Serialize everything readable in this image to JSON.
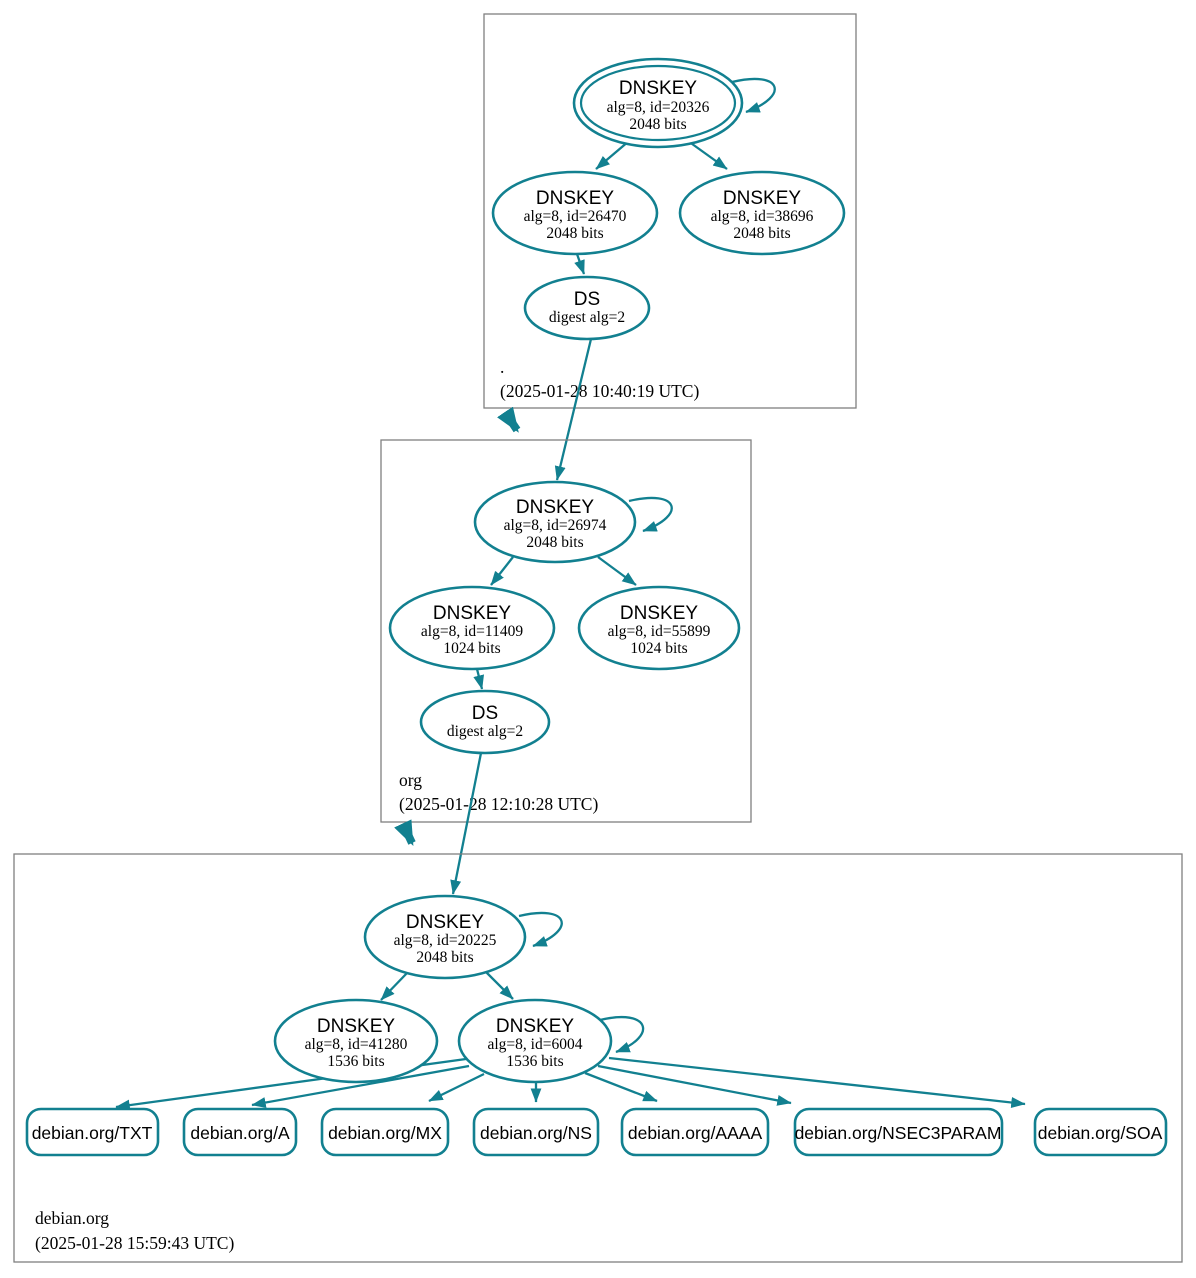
{
  "colors": {
    "accent": "#128090",
    "node_fill": "#d3d3d3",
    "node_fill_white": "#ffffff",
    "box_border": "#808080",
    "text": "#000000"
  },
  "zones": [
    {
      "label": ".",
      "timestamp": "(2025-01-28 10:40:19 UTC)",
      "nodes": [
        {
          "name": "DNSKEY",
          "detail": "alg=8, id=20326",
          "size": "2048 bits"
        },
        {
          "name": "DNSKEY",
          "detail": "alg=8, id=26470",
          "size": "2048 bits"
        },
        {
          "name": "DNSKEY",
          "detail": "alg=8, id=38696",
          "size": "2048 bits"
        },
        {
          "name": "DS",
          "detail": "digest alg=2"
        }
      ]
    },
    {
      "label": "org",
      "timestamp": "(2025-01-28 12:10:28 UTC)",
      "nodes": [
        {
          "name": "DNSKEY",
          "detail": "alg=8, id=26974",
          "size": "2048 bits"
        },
        {
          "name": "DNSKEY",
          "detail": "alg=8, id=11409",
          "size": "1024 bits"
        },
        {
          "name": "DNSKEY",
          "detail": "alg=8, id=55899",
          "size": "1024 bits"
        },
        {
          "name": "DS",
          "detail": "digest alg=2"
        }
      ]
    },
    {
      "label": "debian.org",
      "timestamp": "(2025-01-28 15:59:43 UTC)",
      "nodes": [
        {
          "name": "DNSKEY",
          "detail": "alg=8, id=20225",
          "size": "2048 bits"
        },
        {
          "name": "DNSKEY",
          "detail": "alg=8, id=41280",
          "size": "1536 bits"
        },
        {
          "name": "DNSKEY",
          "detail": "alg=8, id=6004",
          "size": "1536 bits"
        }
      ],
      "rrsets": [
        {
          "label": "debian.org/TXT"
        },
        {
          "label": "debian.org/A"
        },
        {
          "label": "debian.org/MX"
        },
        {
          "label": "debian.org/NS"
        },
        {
          "label": "debian.org/AAAA"
        },
        {
          "label": "debian.org/NSEC3PARAM"
        },
        {
          "label": "debian.org/SOA"
        }
      ]
    }
  ]
}
